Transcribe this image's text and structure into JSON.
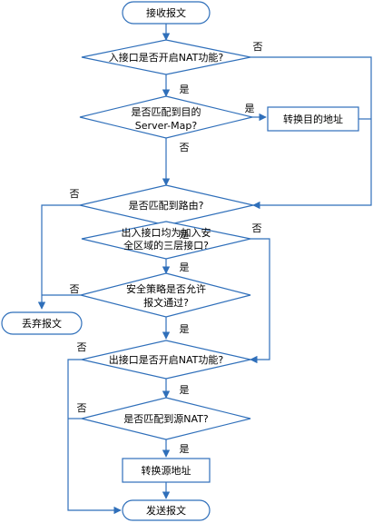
{
  "nodes": {
    "start": "接收报文",
    "q_in_nat": "入接口是否开启NAT功能?",
    "q_server_map_1": "是否匹配到目的",
    "q_server_map_2": "Server-Map?",
    "p_dst_translate": "转换目的地址",
    "q_route": "是否匹配到路由?",
    "q_zone_1": "出入接口均为加入安",
    "q_zone_2": "全区域的三层接口?",
    "q_policy_1": "安全策略是否允许",
    "q_policy_2": "报文通过?",
    "discard": "丢弃报文",
    "q_out_nat": "出接口是否开启NAT功能?",
    "q_src_nat": "是否匹配到源NAT?",
    "p_src_translate": "转换源地址",
    "send": "发送报文"
  },
  "labels": {
    "yes": "是",
    "no": "否"
  },
  "colors": {
    "stroke": "#2f6fba",
    "fill": "#ffffff",
    "text": "#000000"
  }
}
